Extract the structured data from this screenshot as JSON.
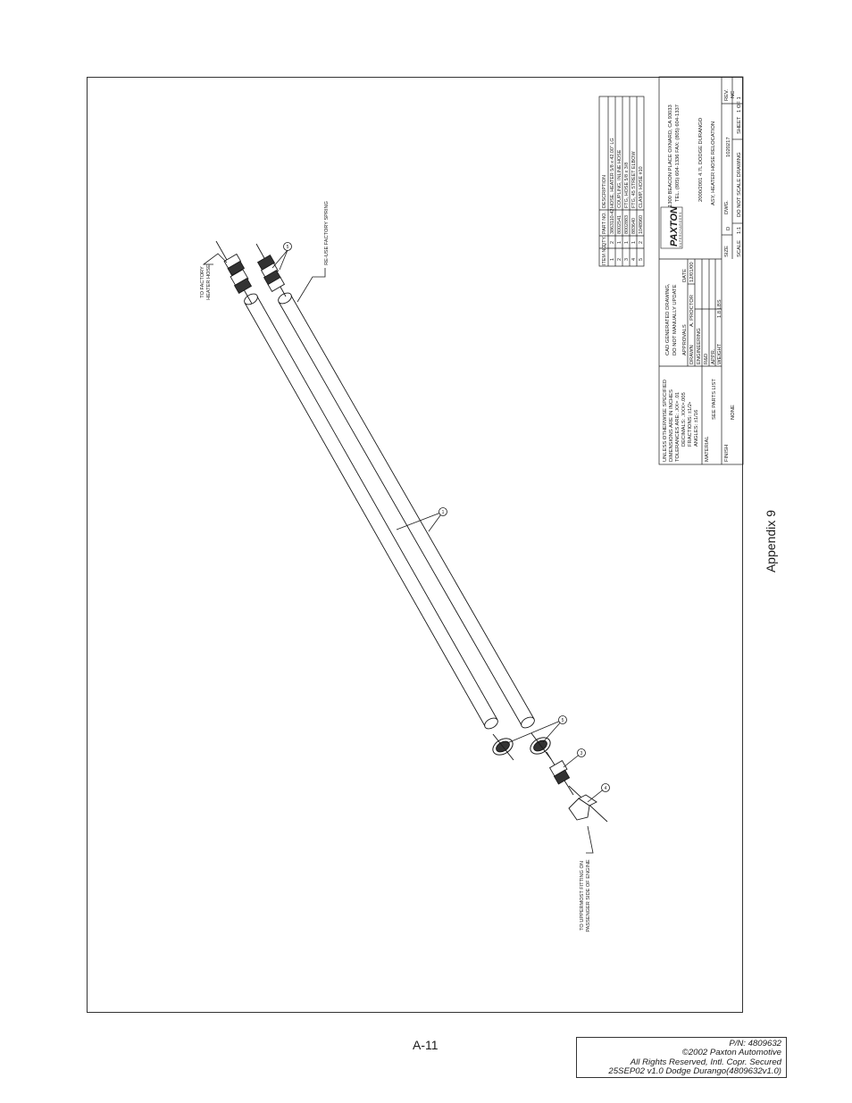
{
  "appendix_label": "Appendix 9",
  "page_number": "A-11",
  "footer": [
    "P/N: 4809632",
    "©2002 Paxton Automotive",
    "All Rights Reserved, Intl. Copr. Secured",
    "25SEP02 v1.0 Dodge Durango(4809632v1.0)"
  ],
  "callouts": {
    "to_factory_heater_hose": [
      "TO FACTORY",
      "HEATER HOSE"
    ],
    "reuse_factory_spring": "RE-USE FACTORY SPRING",
    "to_uppermost_fitting": [
      "TO UPPERMOST FITTING ON",
      "PASSENGER SIDE OF ENGINE"
    ],
    "item_bubbles": [
      "5",
      "1",
      "5",
      "3",
      "4"
    ]
  },
  "parts_list": {
    "headers": [
      "ITEM NO.",
      "QTY.",
      "PART NO.",
      "DESCRIPTION"
    ],
    "rows": [
      [
        "1",
        "2",
        "3863110-42",
        "HOSE, HEATER 5/8 x 42.00\" LG"
      ],
      [
        "2",
        "1",
        "8002541",
        "COUPLING, INLINE HOSE"
      ],
      [
        "3",
        "1",
        "8002883",
        "FTG, HOSE 5/8 x 3/8"
      ],
      [
        "4",
        "1",
        "883640",
        "FTG, 45 STREET ELBOW"
      ],
      [
        "5",
        "2",
        "1048960",
        "CLAMP, HOSE #10"
      ]
    ]
  },
  "title_block": {
    "tolerance_lines": [
      "UNLESS OTHERWISE SPECIFIED",
      "DIMENSIONS ARE IN INCHES",
      "TOLERANCES ARE: .XX= .01",
      "DECIMALS: .XXX=.005",
      "FRACTIONS: ±1/2•",
      "ANGLES: ±1/16"
    ],
    "material_label": "MATERIAL",
    "material_value": "SEE PARTS LIST",
    "finish_label": "FINISH",
    "finish_value": "NONE",
    "cad_lines": [
      "CAD GENERATED DRAWING,",
      "DO NOT MANUALLY UPDATE"
    ],
    "approvals_label": "APPROVALS",
    "date_label": "DATE",
    "drawn_label": "DRAWN",
    "drawn_by": "A. PROCTOR",
    "drawn_date": "12/01/00",
    "engineering_label": "ENGINEERING",
    "rd_label": "R&D",
    "appr_label": "APPR.",
    "weight_label": "WEIGHT",
    "weight_value": "1.8 LBS",
    "company_address": [
      "1300 BEACON PLACE OXNARD, CA 93033",
      "TEL. (805) 604-1336 FAX: (805) 604-1337"
    ],
    "logo_text": "PAXTON",
    "logo_sub": "S U P E R C H A R G E R S",
    "title_lines": [
      "2000/2001 4.7L DODGE DURANGO",
      "ASY, HEATER HOSE RELOCATION"
    ],
    "size_label": "SIZE",
    "size_value": "D",
    "dwg_label": "DWG.",
    "dwg_value": "1020217",
    "rev_label": "REV.",
    "rev_value": "NC",
    "scale_label": "SCALE",
    "scale_value": "1:1",
    "do_not_scale": "DO NOT SCALE DRAWING",
    "sheet_label": "SHEET",
    "sheet_value": "1 OF 1"
  },
  "colors": {
    "ink": "#1a1a1a",
    "paper": "#ffffff"
  }
}
